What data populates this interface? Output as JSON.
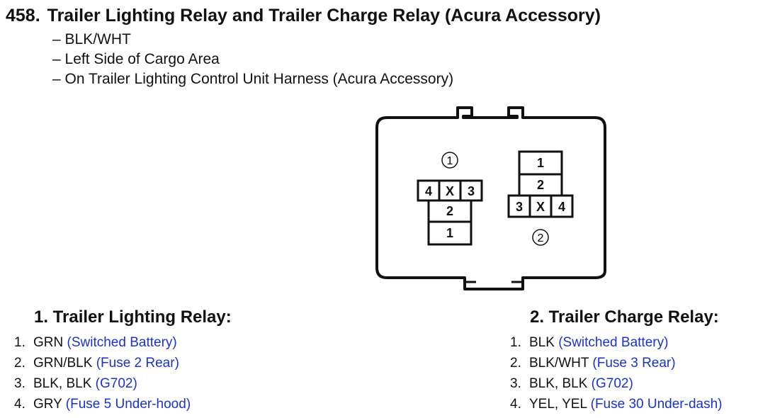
{
  "title": {
    "number": "458.",
    "text": "Trailer Lighting Relay and Trailer Charge Relay (Acura Accessory)"
  },
  "details": [
    "– BLK/WHT",
    "– Left Side of Cargo Area",
    "– On Trailer Lighting Control Unit Harness (Acura Accessory)"
  ],
  "connector": {
    "relay1_marker": "①",
    "relay2_marker": "②",
    "relay1_terminals": [
      "4",
      "X",
      "3",
      "2",
      "1"
    ],
    "relay2_terminals": [
      "1",
      "2",
      "3",
      "X",
      "4"
    ]
  },
  "relay1": {
    "heading": "1. Trailer Lighting Relay:",
    "pins": [
      {
        "index": "1.",
        "wire": "GRN",
        "note": "(Switched Battery)"
      },
      {
        "index": "2.",
        "wire": "GRN/BLK",
        "note": "(Fuse 2 Rear)"
      },
      {
        "index": "3.",
        "wire": "BLK, BLK",
        "note": "(G702)"
      },
      {
        "index": "4.",
        "wire": "GRY",
        "note": "(Fuse 5 Under-hood)"
      }
    ]
  },
  "relay2": {
    "heading": "2. Trailer Charge Relay:",
    "pins": [
      {
        "index": "1.",
        "wire": "BLK",
        "note": "(Switched Battery)"
      },
      {
        "index": "2.",
        "wire": "BLK/WHT",
        "note": "(Fuse 3 Rear)"
      },
      {
        "index": "3.",
        "wire": "BLK, BLK",
        "note": "(G702)"
      },
      {
        "index": "4.",
        "wire": "YEL, YEL",
        "note": "(Fuse 30 Under-dash)"
      }
    ]
  }
}
